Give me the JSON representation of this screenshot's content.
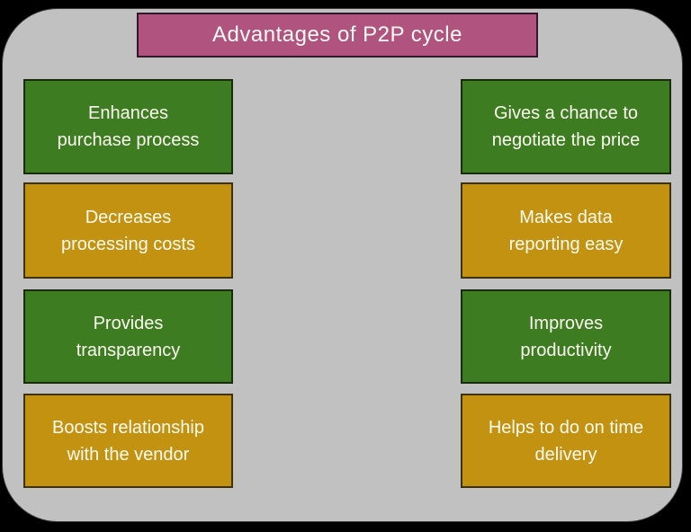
{
  "title": {
    "text": "Advantages of P2P cycle",
    "bg": "#b0537f",
    "border": "#33182a",
    "text_color": "#fbfaf2"
  },
  "colors": {
    "background": "#000000",
    "board": "#c1c1c1",
    "green": "#3d7c20",
    "gold": "#c39210",
    "box_text": "#fcfbf1"
  },
  "boxes": {
    "left": [
      {
        "lines": [
          "Enhances",
          "purchase process"
        ],
        "color": "#3d7c20"
      },
      {
        "lines": [
          "Decreases",
          "processing costs"
        ],
        "color": "#c39210"
      },
      {
        "lines": [
          "Provides",
          "transparency"
        ],
        "color": "#3d7c20"
      },
      {
        "lines": [
          "Boosts relationship",
          "with the vendor"
        ],
        "color": "#c39210"
      }
    ],
    "right": [
      {
        "lines": [
          "Gives a chance to",
          "negotiate the price"
        ],
        "color": "#3d7c20"
      },
      {
        "lines": [
          "Makes data",
          "reporting easy"
        ],
        "color": "#c39210"
      },
      {
        "lines": [
          "Improves",
          "productivity"
        ],
        "color": "#3d7c20"
      },
      {
        "lines": [
          "Helps to do on time",
          "delivery"
        ],
        "color": "#c39210"
      }
    ]
  }
}
